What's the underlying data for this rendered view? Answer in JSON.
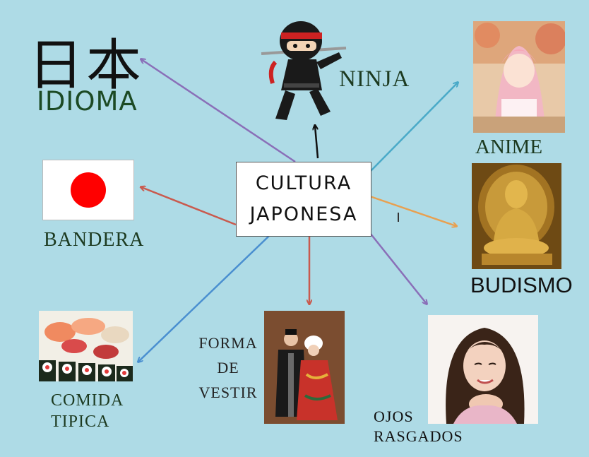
{
  "center": {
    "line1": "CULTURA",
    "line2": "JAPONESA"
  },
  "nodes": {
    "idioma": {
      "kanji": "日本",
      "label": "IDIOMA"
    },
    "ninja": {
      "label": "NINJA"
    },
    "anime": {
      "label": "ANIME"
    },
    "budismo": {
      "label": "BUDISMO"
    },
    "bandera": {
      "label": "BANDERA"
    },
    "comida": {
      "line1": "COMIDA",
      "line2": "TIPICA"
    },
    "vestir": {
      "line1": "FORMA",
      "line2": "DE",
      "line3": "VESTIR"
    },
    "ojos": {
      "line1": "OJOS",
      "line2": "RASGADOS"
    }
  },
  "colors": {
    "background": "#aedbe6",
    "arrow_purple": "#8a6fb8",
    "arrow_red": "#c95a4e",
    "arrow_blue": "#4a8fd0",
    "arrow_teal": "#4aaac8",
    "arrow_orange": "#e8a050",
    "arrow_black": "#111111",
    "flag_disc": "#ff0000"
  }
}
